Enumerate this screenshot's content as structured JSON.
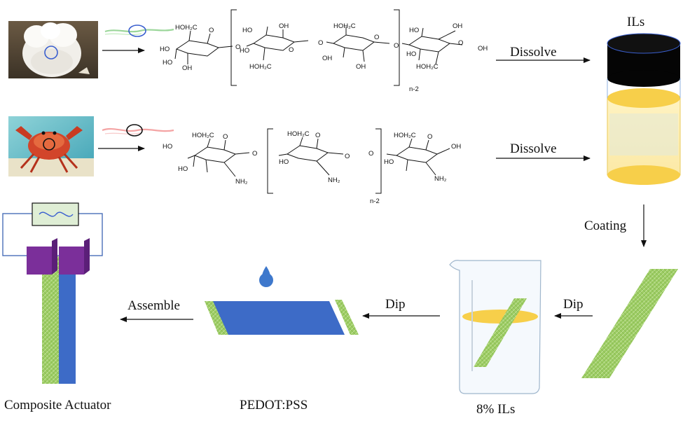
{
  "colors": {
    "arrow": "#111111",
    "beaker_outline": "#9fb6cc",
    "cap": "#050505",
    "il_yellow": "#f7cf4a",
    "film_green": "#9ccc63",
    "pedot_blue": "#3d6bc7",
    "electrode_purple": "#7b2f9a",
    "circuit_blue": "#4a6fb8",
    "drop_blue": "#3e78cc",
    "source_box": "#dfeed5"
  },
  "source_row_1": {
    "photo_icon": "mushroom-photo",
    "fiber_color": "#9bd69a",
    "highlight_color": "#3a5fcf"
  },
  "source_row_2": {
    "photo_icon": "crab-photo",
    "fiber_color": "#f4a4a4",
    "highlight_color": "#111111"
  },
  "cellulose": {
    "groups": {
      "hoh2c": "HOH₂C",
      "ho": "HO",
      "oh": "OH",
      "o": "O"
    },
    "repeat_label": "n-2"
  },
  "chitosan": {
    "groups": {
      "hoh2c": "HOH₂C",
      "ho": "HO",
      "oh": "OH",
      "o": "O",
      "nh2": "NH₂"
    },
    "repeat_label": "n-2"
  },
  "labels": {
    "dissolve_1": "Dissolve",
    "dissolve_2": "Dissolve",
    "ils_top": "ILs",
    "coating": "Coating",
    "dip_1": "Dip",
    "dip_2": "Dip",
    "assemble": "Assemble",
    "composite_actuator": "Composite Actuator",
    "pedot_pss": "PEDOT:PSS",
    "ils_8": "8% ILs"
  }
}
